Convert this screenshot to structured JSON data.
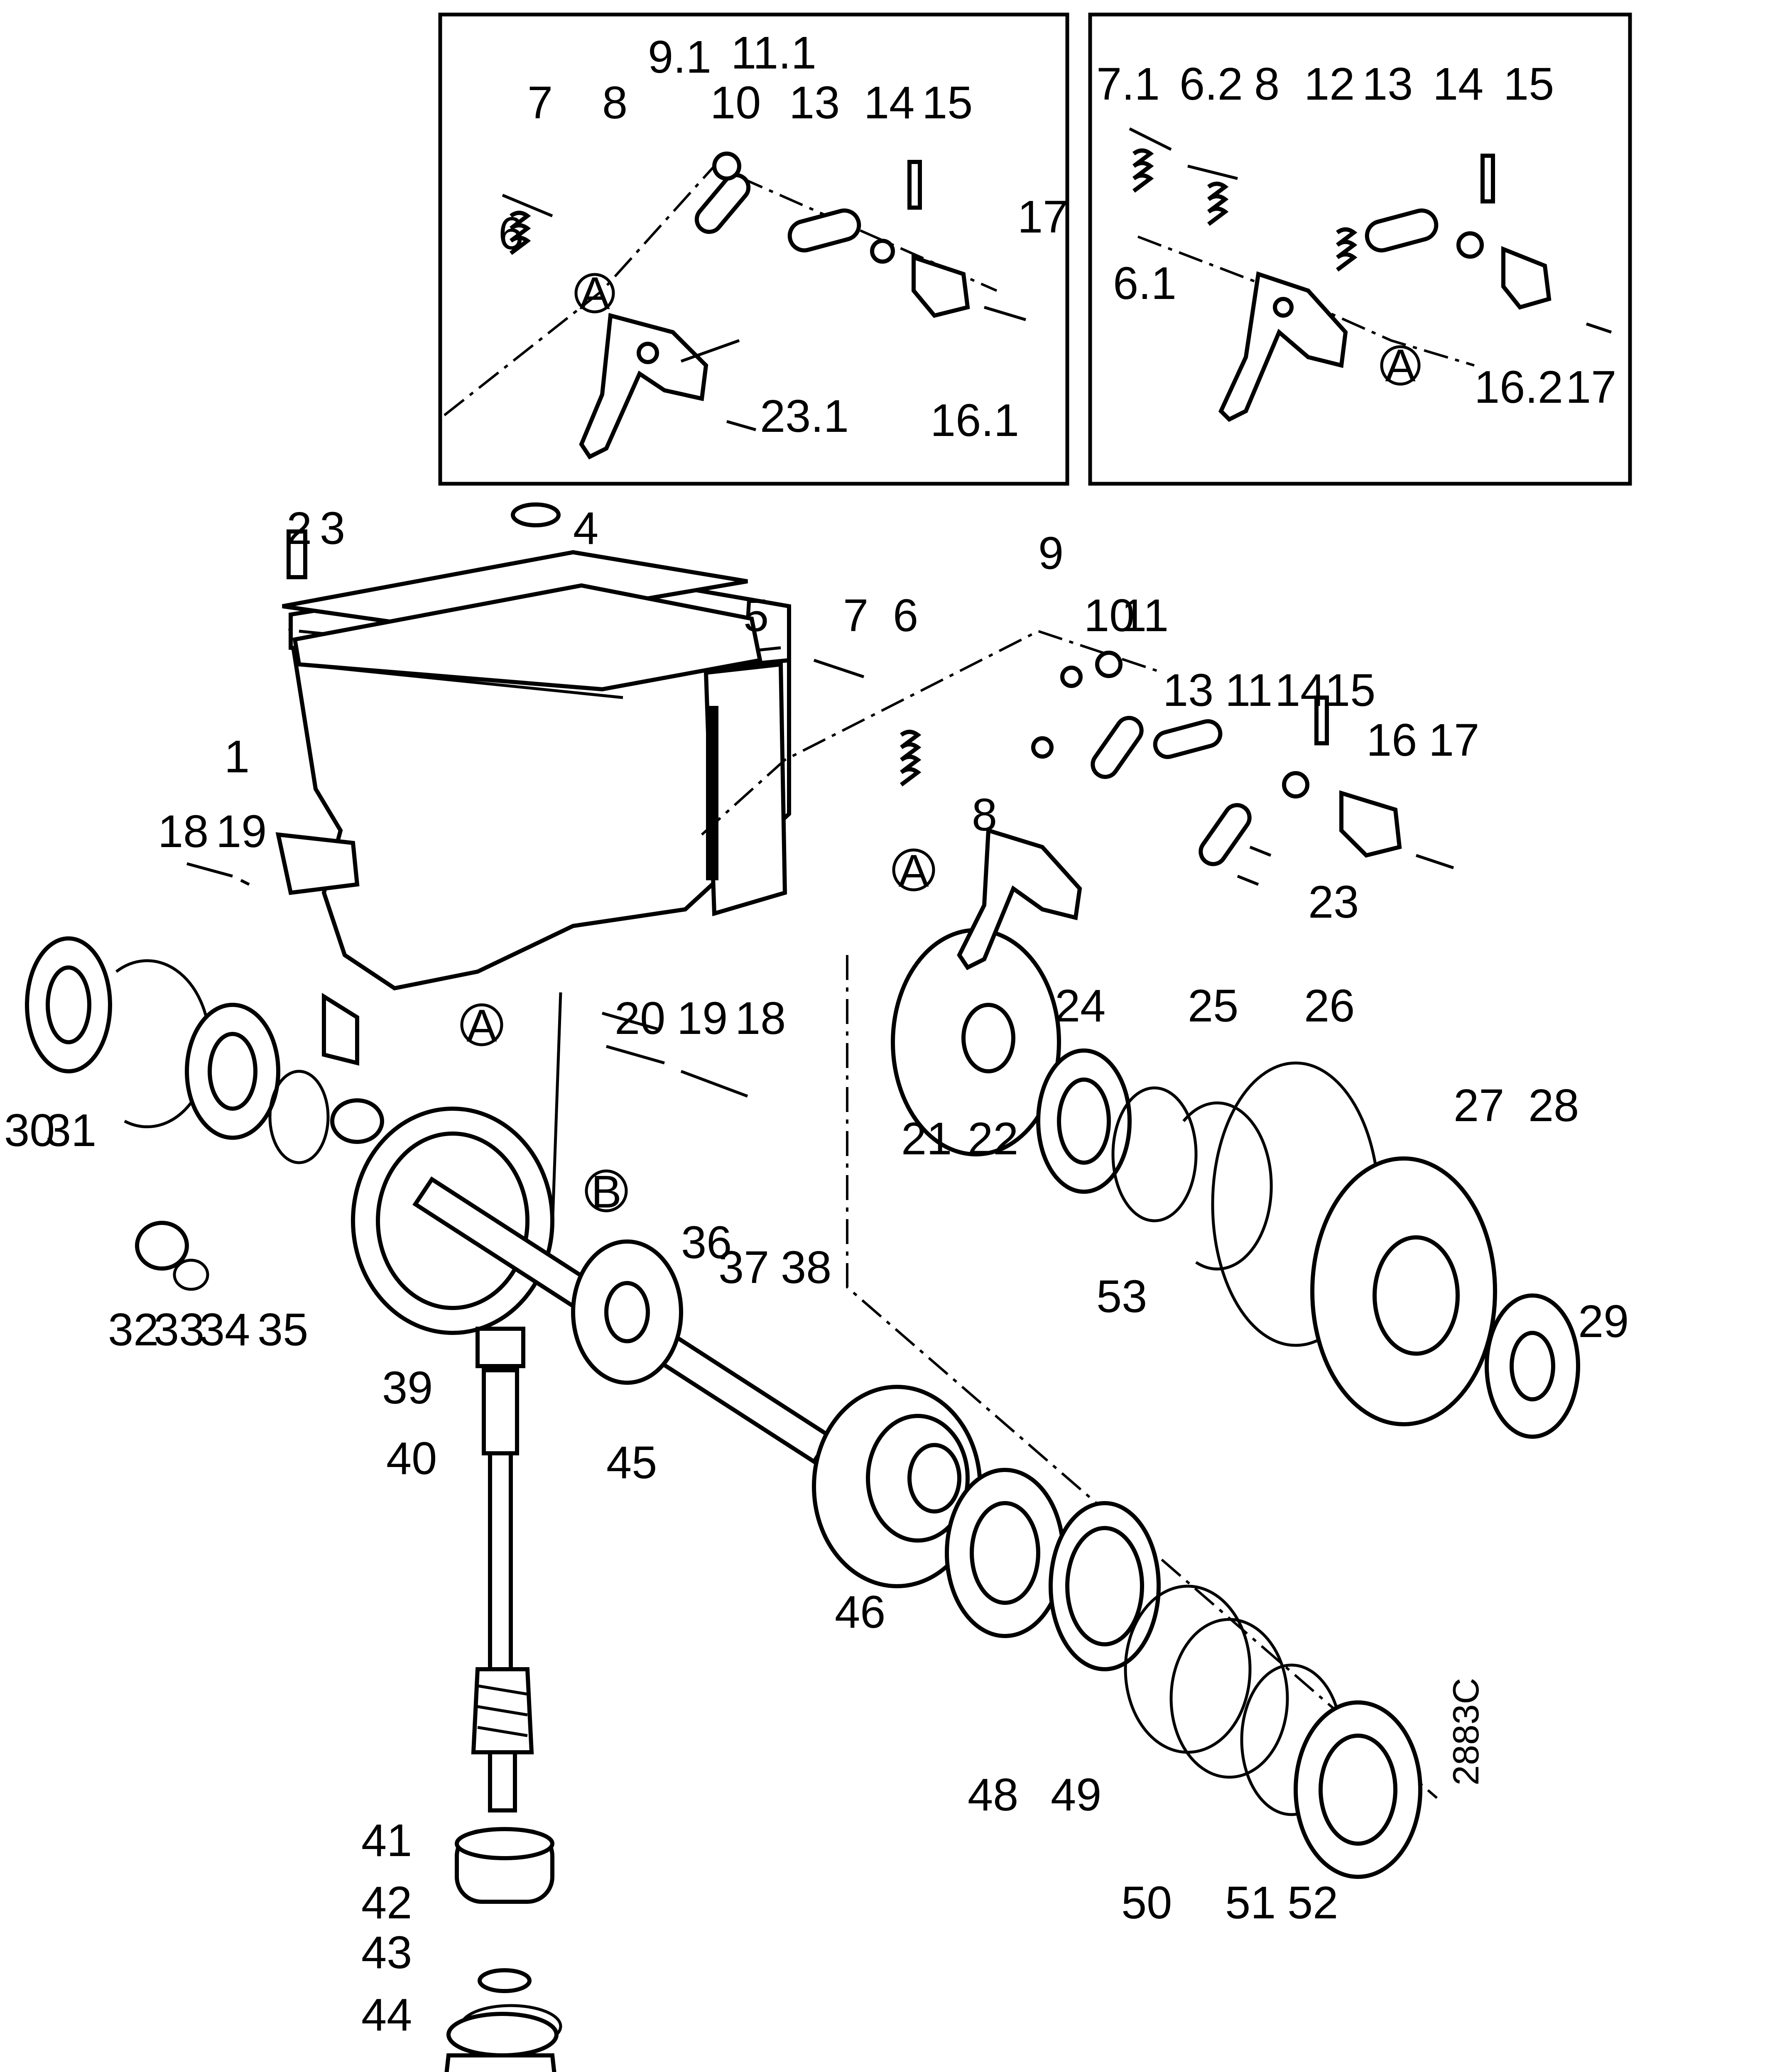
{
  "diagram": {
    "drawing_number": "2883C",
    "callouts": {
      "A": "A",
      "B": "B"
    },
    "inset_left": [
      "9.1",
      "11.1",
      "7",
      "8",
      "10",
      "13",
      "14",
      "15",
      "6",
      "17",
      "23.1",
      "16.1"
    ],
    "inset_right": [
      "7.1",
      "6.2",
      "8",
      "12",
      "13",
      "14",
      "15",
      "6.1",
      "16.2",
      "17"
    ],
    "main": [
      "2",
      "3",
      "4",
      "5",
      "7",
      "6",
      "9",
      "10",
      "11",
      "13",
      "11",
      "14",
      "15",
      "16",
      "17",
      "1",
      "18",
      "19",
      "8",
      "23",
      "20",
      "19",
      "18",
      "24",
      "25",
      "26",
      "27",
      "28",
      "30",
      "31",
      "21",
      "22",
      "53",
      "29",
      "36",
      "37",
      "38",
      "32",
      "33",
      "34",
      "35",
      "39",
      "40",
      "45",
      "46",
      "48",
      "49",
      "41",
      "42",
      "43",
      "44",
      "50",
      "51",
      "52"
    ]
  }
}
